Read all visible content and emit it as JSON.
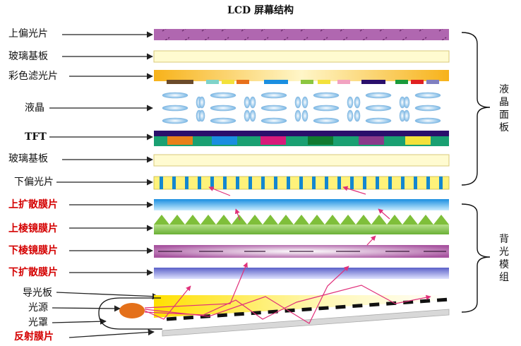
{
  "title": "LCD 屏幕结构",
  "layers": [
    {
      "label": "上偏光片",
      "color": "black"
    },
    {
      "label": "玻璃基板",
      "color": "black"
    },
    {
      "label": "彩色滤光片",
      "color": "black"
    },
    {
      "label": "液晶",
      "color": "black"
    },
    {
      "label": "TFT",
      "color": "black"
    },
    {
      "label": "玻璃基板",
      "color": "black"
    },
    {
      "label": "下偏光片",
      "color": "black"
    },
    {
      "label": "上扩散膜片",
      "color": "red"
    },
    {
      "label": "上棱镜膜片",
      "color": "red"
    },
    {
      "label": "下棱镜膜片",
      "color": "red"
    },
    {
      "label": "下扩散膜片",
      "color": "red"
    },
    {
      "label": "导光板",
      "color": "black"
    },
    {
      "label": "光源",
      "color": "black"
    },
    {
      "label": "光罩",
      "color": "black"
    },
    {
      "label": "反射膜片",
      "color": "red"
    }
  ],
  "groups": {
    "panel": "液晶面板",
    "backlight": "背光模组"
  },
  "colors": {
    "polarizer_top": "#b067b0",
    "glass": "#fffbd0",
    "filter": "#f7c12a",
    "tft": "#2a0f6b",
    "polarizer_bottom_blue": "#1387d0",
    "polarizer_bottom_yellow": "#fff27a",
    "diffuser_top": "#35a6e8",
    "prism": "#8cc63f",
    "prism_bottom": "#b066a8",
    "diffuser_bottom": "#6a6fd0",
    "lightguide": "#ffe020",
    "lamp": "#e4701a",
    "ray": "#e0307a",
    "label_red": "#d40000"
  }
}
